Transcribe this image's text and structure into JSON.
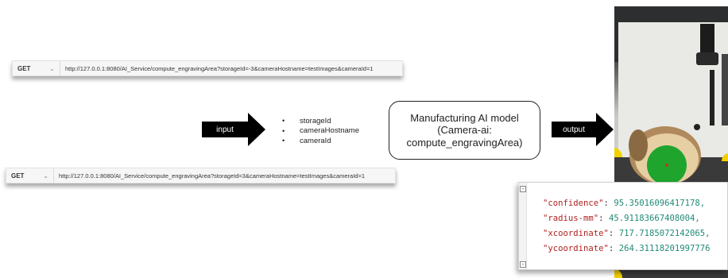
{
  "requests": [
    {
      "method": "GET",
      "url": "http://127.0.0.1:8080/AI_Service/compute_engravingArea?storageId=-3&cameraHostname=testImages&cameraId=1"
    },
    {
      "method": "GET",
      "url": "http://127.0.0.1:8080/AI_Service/compute_engravingArea?storageId=3&cameraHostname=testImages&cameraId=1"
    }
  ],
  "input_arrow_label": "input",
  "output_arrow_label": "output",
  "params": [
    "storageId",
    "cameraHostname",
    "cameraId"
  ],
  "model_box": {
    "line1": "Manufacturing AI model",
    "line2": "(Camera-ai:",
    "line3": "compute_engravingArea)"
  },
  "json_output": [
    {
      "key": "\"confidence\"",
      "value": "95.35016096417178,"
    },
    {
      "key": "\"radius-mm\"",
      "value": "45.91183667408004,"
    },
    {
      "key": "\"xcoordinate\"",
      "value": "717.7185072142065,"
    },
    {
      "key": "\"ycoordinate\"",
      "value": "264.31118201997776"
    }
  ],
  "colors": {
    "json_key": "#b22222",
    "json_value": "#218a77",
    "detection_circle": "#1fa52d",
    "marker": "#f2d000"
  }
}
